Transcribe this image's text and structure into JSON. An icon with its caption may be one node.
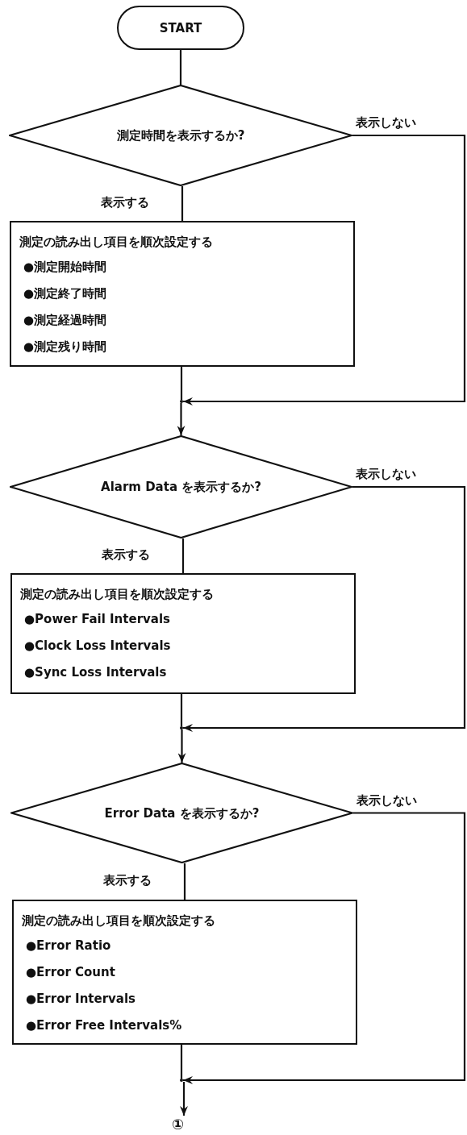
{
  "diagram": {
    "nodes": [
      {
        "text": [
          "START"
        ]
      },
      {
        "text": [
          "測定時間を表示するか?"
        ]
      },
      {
        "text": [
          "測定の読み出し項目を順次設定する",
          "●測定開始時間",
          "●測定終了時間",
          "●測定経過時間",
          "●測定残り時間"
        ]
      },
      {
        "text": [],
        "shape": "point"
      },
      {
        "text": [
          "Alarm Data を表示するか?"
        ]
      },
      {
        "text": [
          "測定の読み出し項目を順次設定する",
          "●Power Fail Intervals",
          "●Clock Loss Intervals",
          "●Sync Loss Intervals"
        ]
      },
      {
        "text": [],
        "shape": "point"
      },
      {
        "text": [
          "Error Data を表示するか?"
        ]
      },
      {
        "text": [
          "測定の読み出し項目を順次設定する",
          "●Error Ratio",
          "●Error Count",
          "●Error Intervals",
          "●Error Free Intervals%"
        ]
      },
      {
        "text": [],
        "shape": "point"
      },
      {
        "text": [
          "①"
        ]
      }
    ],
    "edges": [
      {
        "from": 0,
        "to": 1,
        "arrow": "none"
      },
      {
        "from": 1,
        "to": 2,
        "arrow": "none",
        "label": "表示する"
      },
      {
        "from": 1,
        "to": 3,
        "arrow": "to",
        "label": "表示しない"
      },
      {
        "from": 2,
        "to": 3,
        "arrow": "none"
      },
      {
        "from": 3,
        "to": 4,
        "arrow": "to"
      },
      {
        "from": 4,
        "to": 5,
        "arrow": "none",
        "label": "表示する"
      },
      {
        "from": 4,
        "to": 6,
        "arrow": "to",
        "label": "表示しない"
      },
      {
        "from": 5,
        "to": 6,
        "arrow": "none"
      },
      {
        "from": 6,
        "to": 7,
        "arrow": "to"
      },
      {
        "from": 7,
        "to": 8,
        "arrow": "none",
        "label": "表示する"
      },
      {
        "from": 7,
        "to": 9,
        "arrow": "to",
        "label": "表示しない"
      },
      {
        "from": 8,
        "to": 9,
        "arrow": "none"
      },
      {
        "from": 9,
        "to": 10,
        "arrow": "to"
      }
    ]
  }
}
